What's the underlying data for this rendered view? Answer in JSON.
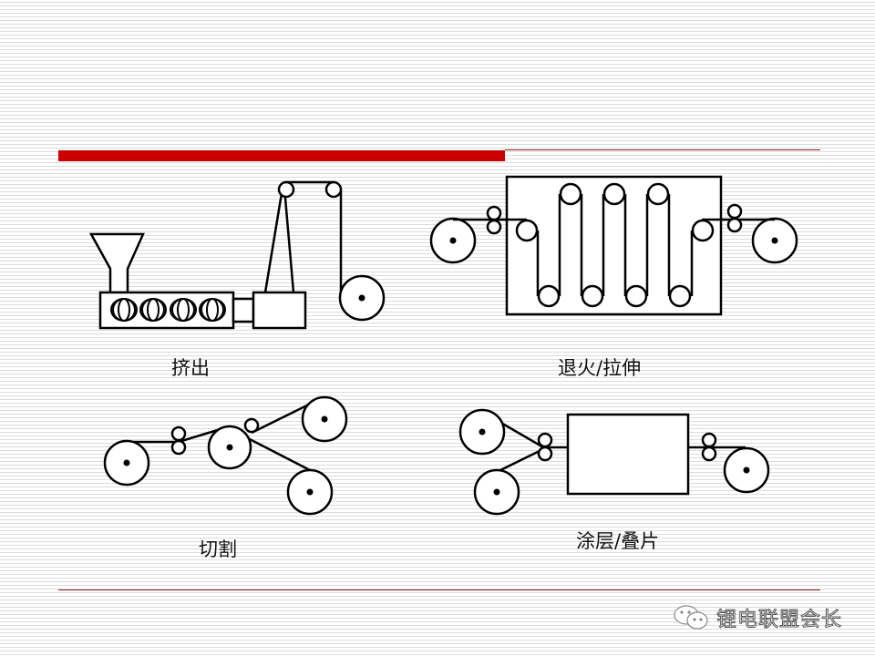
{
  "slide": {
    "accent_color": "#cc0000",
    "rule_color": "#8b1a1a"
  },
  "panels": [
    {
      "id": "extrusion",
      "label": "挤出"
    },
    {
      "id": "annealing-stretching",
      "label": "退火/拉伸"
    },
    {
      "id": "slitting",
      "label": "切割"
    },
    {
      "id": "coating-laminating",
      "label": "涂层/叠片"
    }
  ],
  "watermark": {
    "icon": "wechat-icon",
    "text": "锂电联盟会长"
  }
}
